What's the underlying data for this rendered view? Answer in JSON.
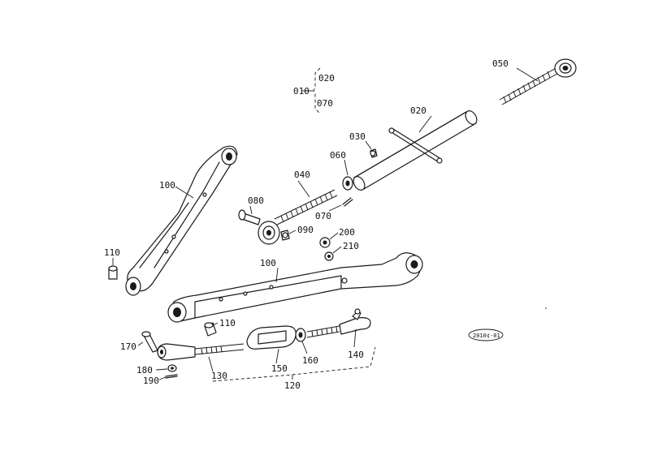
{
  "labels": {
    "p010": "010",
    "p020a": "020",
    "p070a": "070",
    "p020b": "020",
    "p030": "030",
    "p040": "040",
    "p050": "050",
    "p060": "060",
    "p070b": "070",
    "p080": "080",
    "p090": "090",
    "p100a": "100",
    "p100b": "100",
    "p110a": "110",
    "p110b": "110",
    "p120": "120",
    "p130": "130",
    "p140": "140",
    "p150": "150",
    "p160": "160",
    "p170": "170",
    "p180": "180",
    "p190": "190",
    "p200": "200",
    "p210": "210"
  },
  "drawing_code": "2010¢-01"
}
